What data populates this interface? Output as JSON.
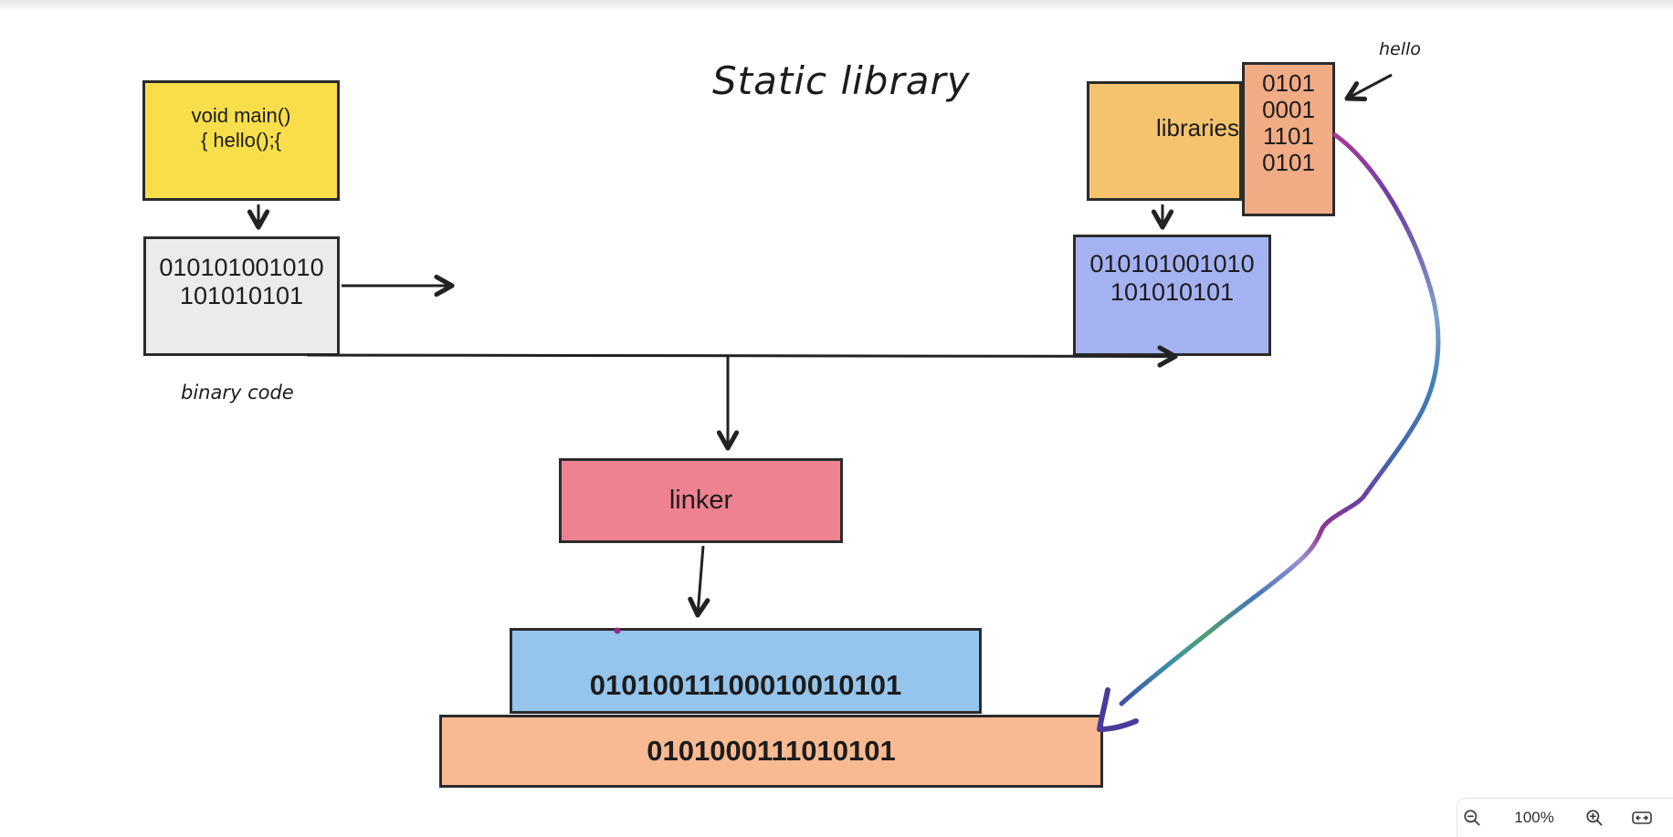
{
  "title": "Static library",
  "labels": {
    "binary_code": "binary code",
    "hello": "hello"
  },
  "nodes": {
    "main_src": {
      "lines": [
        "void main()",
        "{ hello();{"
      ],
      "fill": "#F8DE4B"
    },
    "main_binary": {
      "lines": [
        "010101001010",
        "101010101"
      ],
      "fill": "#EBEBEB"
    },
    "libraries": {
      "label": "libraries",
      "fill": "#F5C36E"
    },
    "lib_strip": {
      "lines": [
        "0101",
        "0001",
        "1101",
        "0101"
      ],
      "fill": "#F2AC85"
    },
    "lib_binary": {
      "lines": [
        "010101001010",
        "101010101"
      ],
      "fill": "#A5B2F2"
    },
    "linker": {
      "label": "linker",
      "fill": "#EE8290"
    },
    "linked_binary": {
      "label": "01010011100010010101",
      "fill": "#95C5EC"
    },
    "final_binary": {
      "label": "0101000111010101",
      "fill": "#F7BA92"
    }
  },
  "connectors": {
    "arrow_color": "#222222",
    "hand_drawn_curve_colors": [
      "#A23C96",
      "#6C3FA4",
      "#7FA0CC",
      "#3F7FB2",
      "#4566AC",
      "#93338F",
      "#9A8FD2",
      "#4577B6",
      "#4F9E6E",
      "#3E93A6",
      "#4B3A9B"
    ]
  },
  "zoom_toolbar": {
    "zoom_level": "100%",
    "zoom_out_icon": "magnifier-minus",
    "zoom_in_icon": "magnifier-plus",
    "fit_width_icon": "arrows-horizontal-box"
  }
}
